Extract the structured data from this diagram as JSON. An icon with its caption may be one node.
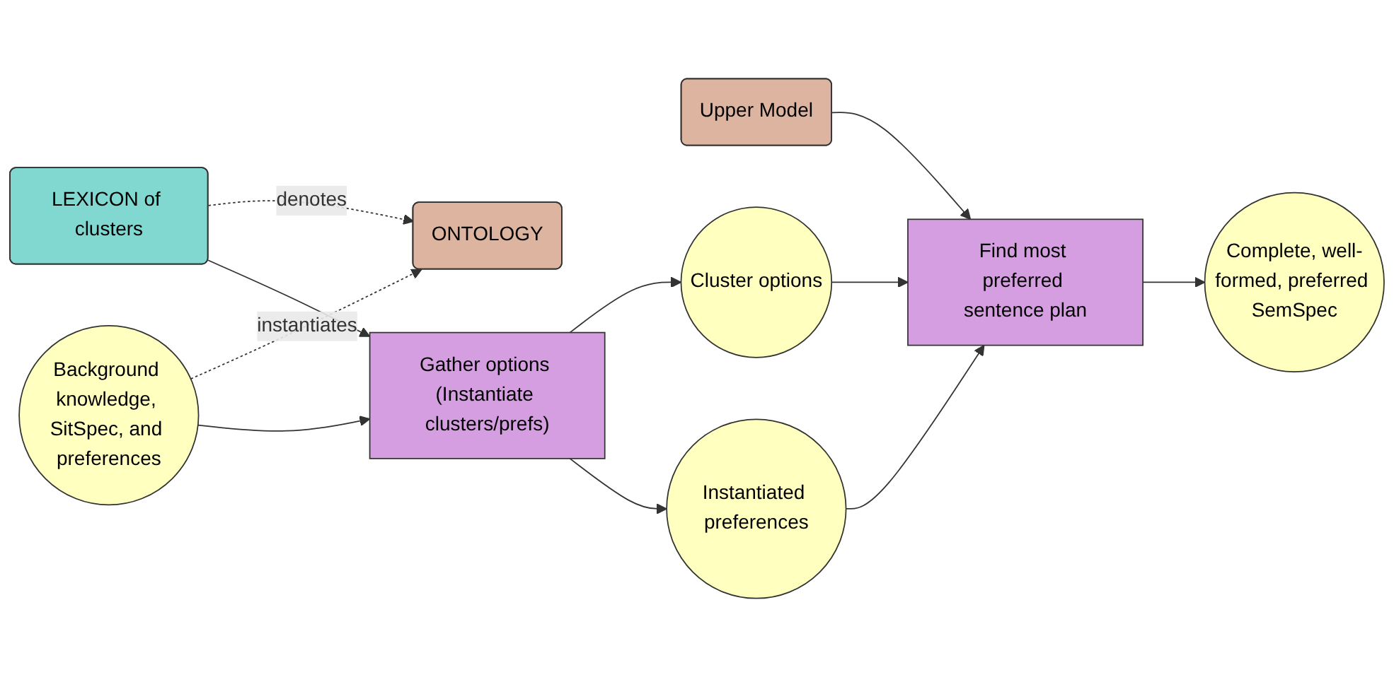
{
  "diagram": {
    "nodes": [
      {
        "text": [
          "ONTOLOGY"
        ]
      },
      {
        "text": [
          "LEXICON of clusters"
        ]
      },
      {
        "text": [
          "Upper Model"
        ]
      },
      {
        "text": [
          "Background knowledge, SitSpec, and preferences"
        ]
      },
      {
        "text": [
          "Gather options (Instantiate clusters/prefs)"
        ]
      },
      {
        "text": [
          "Cluster options"
        ]
      },
      {
        "text": [
          "Instantiated preferences"
        ]
      },
      {
        "text": [
          "Find most preferred sentence plan"
        ]
      },
      {
        "text": [
          "Complete, well-formed, preferred SemSpec"
        ]
      }
    ],
    "edges": [
      {
        "from": 3,
        "to": 0,
        "arrow": "to",
        "style": "dashed",
        "label": "instantiates"
      },
      {
        "from": 1,
        "to": 0,
        "arrow": "to",
        "style": "dashed",
        "label": "denotes"
      },
      {
        "from": 1,
        "to": 4,
        "arrow": "to"
      },
      {
        "from": 3,
        "to": 4,
        "arrow": "to"
      },
      {
        "from": 4,
        "to": 5,
        "arrow": "to"
      },
      {
        "from": 4,
        "to": 6,
        "arrow": "to"
      },
      {
        "from": 5,
        "to": 7,
        "arrow": "to"
      },
      {
        "from": 6,
        "to": 7,
        "arrow": "to"
      },
      {
        "from": 2,
        "to": 7,
        "arrow": "to"
      },
      {
        "from": 7,
        "to": 8,
        "arrow": "to"
      }
    ]
  }
}
